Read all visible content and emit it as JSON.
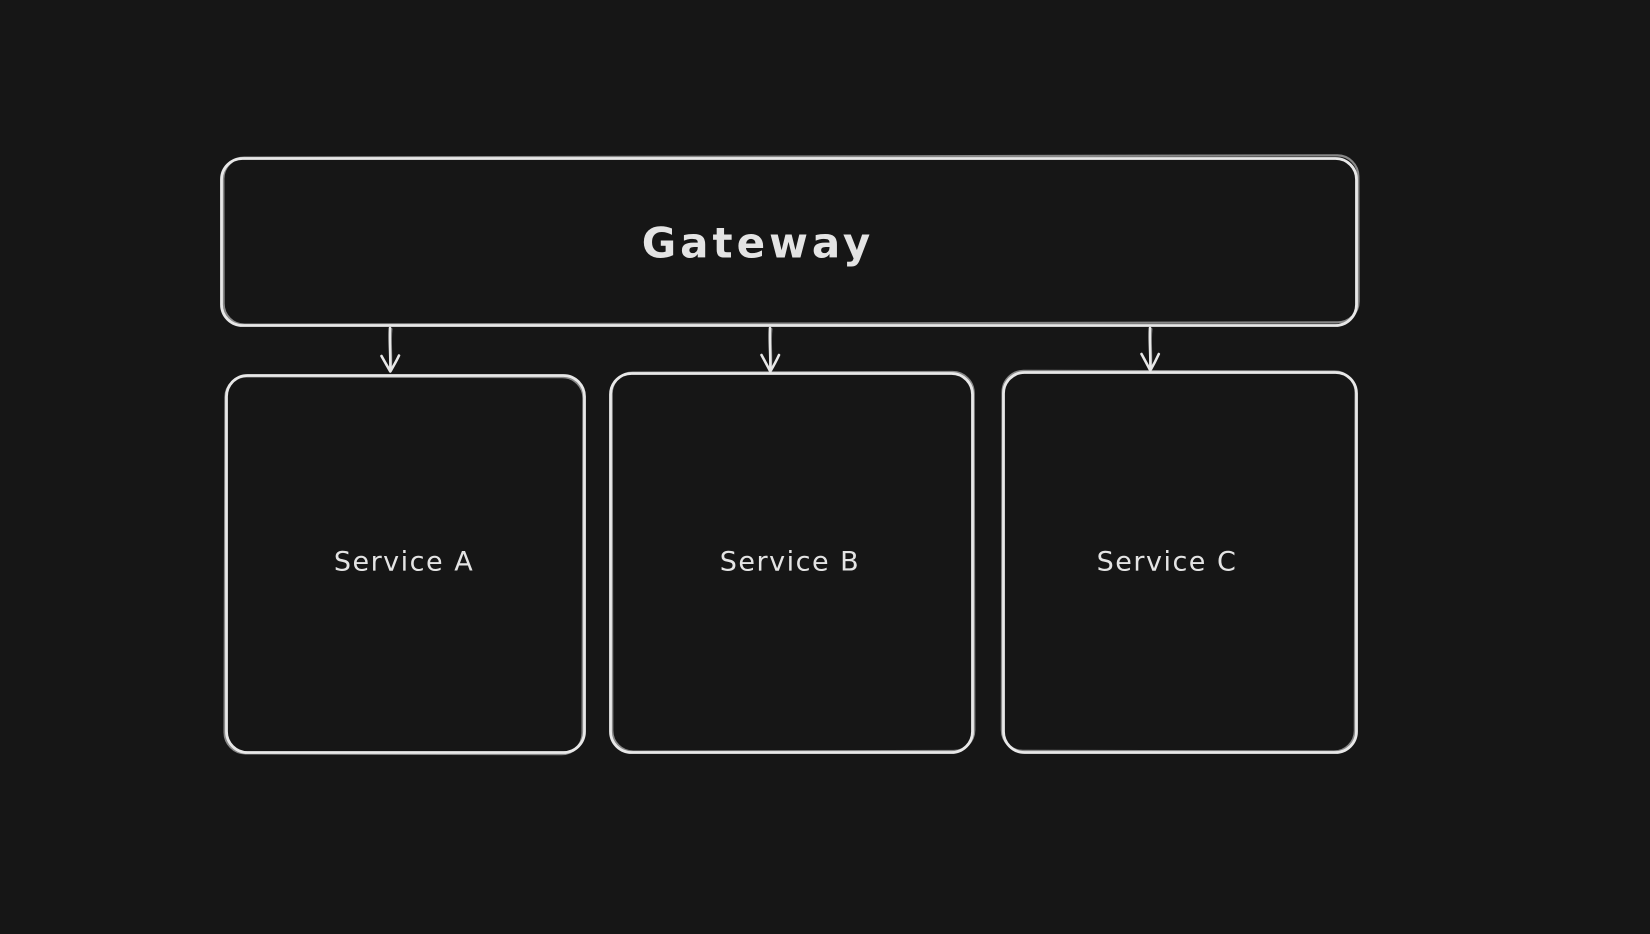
{
  "canvas": {
    "background_color": "#161616",
    "stroke_color": "#e8e8e8",
    "text_color": "#e4e4e4"
  },
  "diagram": {
    "type": "flowchart",
    "nodes": [
      {
        "id": "gateway",
        "label": "Gateway"
      },
      {
        "id": "service-a",
        "label": "Service A"
      },
      {
        "id": "service-b",
        "label": "Service B"
      },
      {
        "id": "service-c",
        "label": "Service C"
      }
    ],
    "edges": [
      {
        "from": "gateway",
        "to": "service-a",
        "direction": "down",
        "arrowhead": "arrow"
      },
      {
        "from": "gateway",
        "to": "service-b",
        "direction": "down",
        "arrowhead": "arrow"
      },
      {
        "from": "gateway",
        "to": "service-c",
        "direction": "down",
        "arrowhead": "arrow"
      }
    ]
  }
}
